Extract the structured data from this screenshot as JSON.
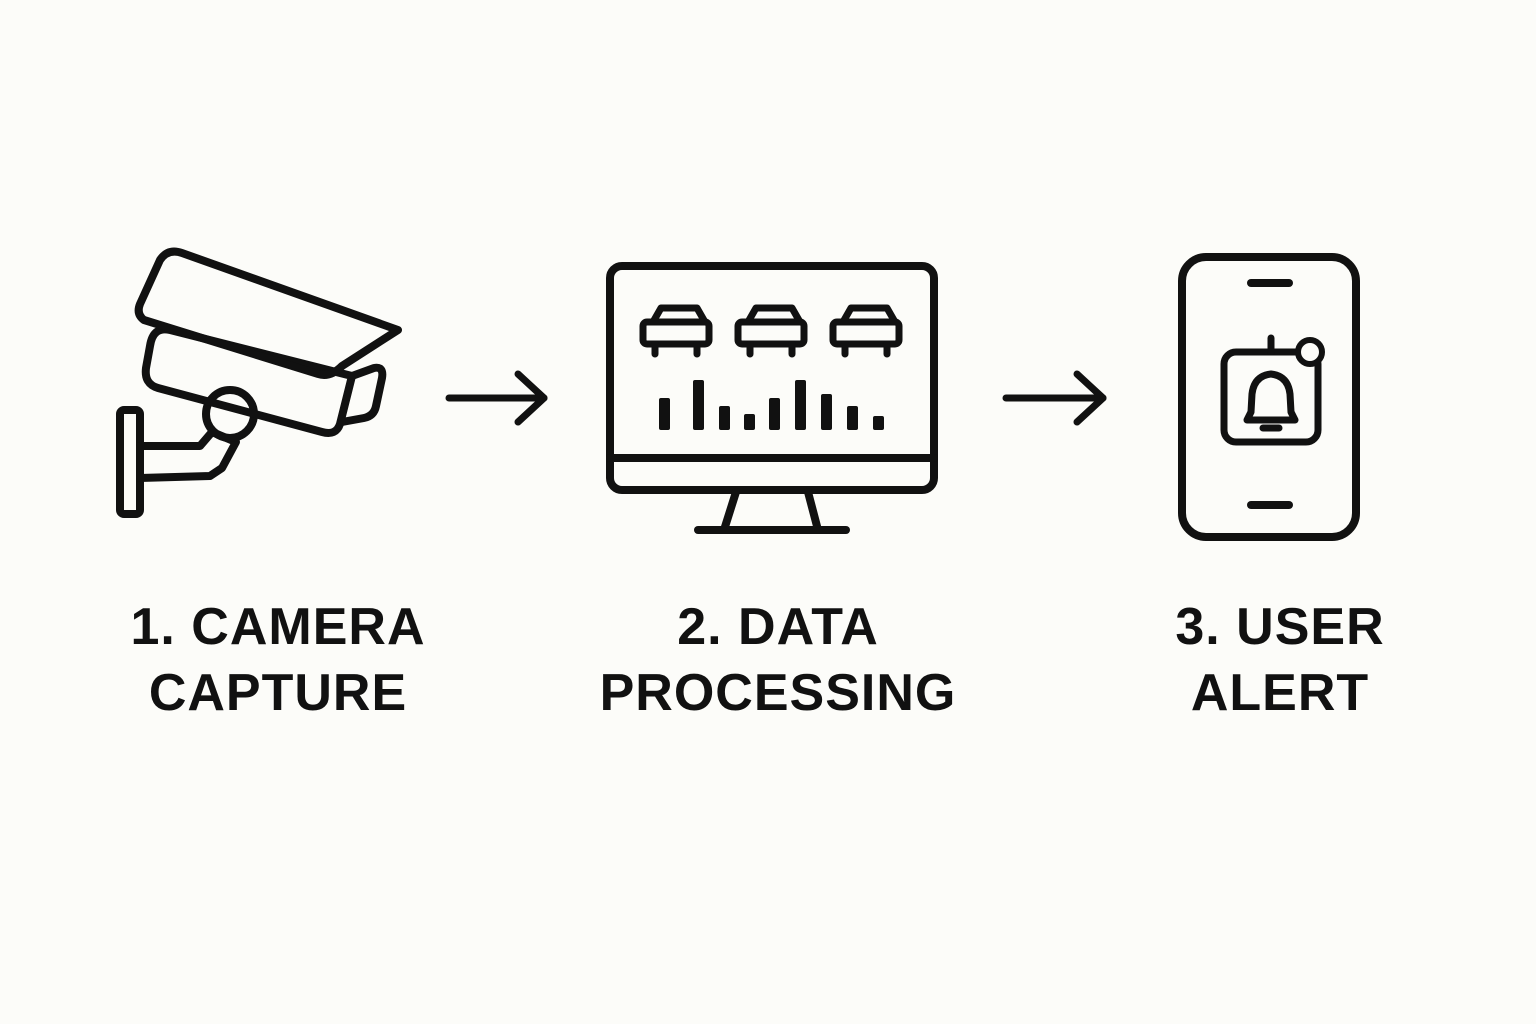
{
  "diagram": {
    "background_color": "#fcfcf9",
    "stroke_color": "#111111",
    "steps": [
      {
        "icon": "security-camera-icon",
        "label_line1": "1. CAMERA",
        "label_line2": "CAPTURE"
      },
      {
        "icon": "monitor-dashboard-icon",
        "label_line1": "2. DATA",
        "label_line2": "PROCESSING"
      },
      {
        "icon": "smartphone-alert-icon",
        "label_line1": "3. USER",
        "label_line2": "ALERT"
      }
    ],
    "connectors": [
      {
        "icon": "arrow-right-icon",
        "from_step": 1,
        "to_step": 2
      },
      {
        "icon": "arrow-right-icon",
        "from_step": 2,
        "to_step": 3
      }
    ]
  }
}
